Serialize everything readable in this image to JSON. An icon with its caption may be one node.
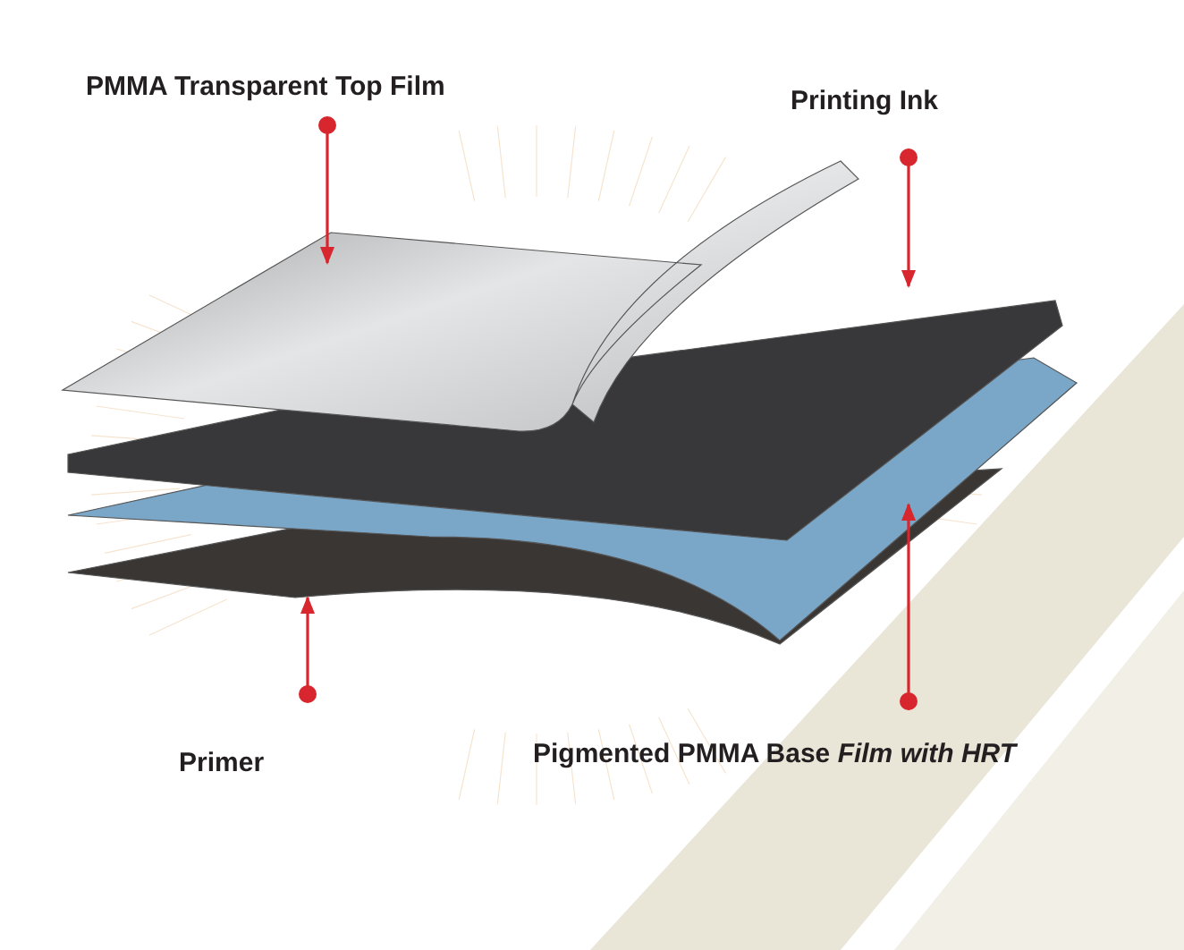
{
  "diagram": {
    "nodes": [
      {
        "text": [
          "PMMA Transparent Top Film"
        ]
      },
      {
        "text": [
          "Printing Ink"
        ]
      },
      {
        "text": [
          "Primer"
        ]
      },
      {
        "text": [
          "Pigmented PMMA Base *Film with HRT*"
        ]
      },
      {
        "text": [],
        "shape": "picture"
      },
      {
        "text": [],
        "shape": "picture"
      },
      {
        "text": [],
        "shape": "picture"
      },
      {
        "text": [],
        "shape": "picture"
      }
    ],
    "edges": [
      {
        "from": 0,
        "to": 4,
        "arrow": "to"
      },
      {
        "from": 1,
        "to": 5,
        "arrow": "to"
      },
      {
        "from": 2,
        "to": 7,
        "arrow": "to"
      },
      {
        "from": 3,
        "to": 6,
        "arrow": "to"
      }
    ]
  }
}
